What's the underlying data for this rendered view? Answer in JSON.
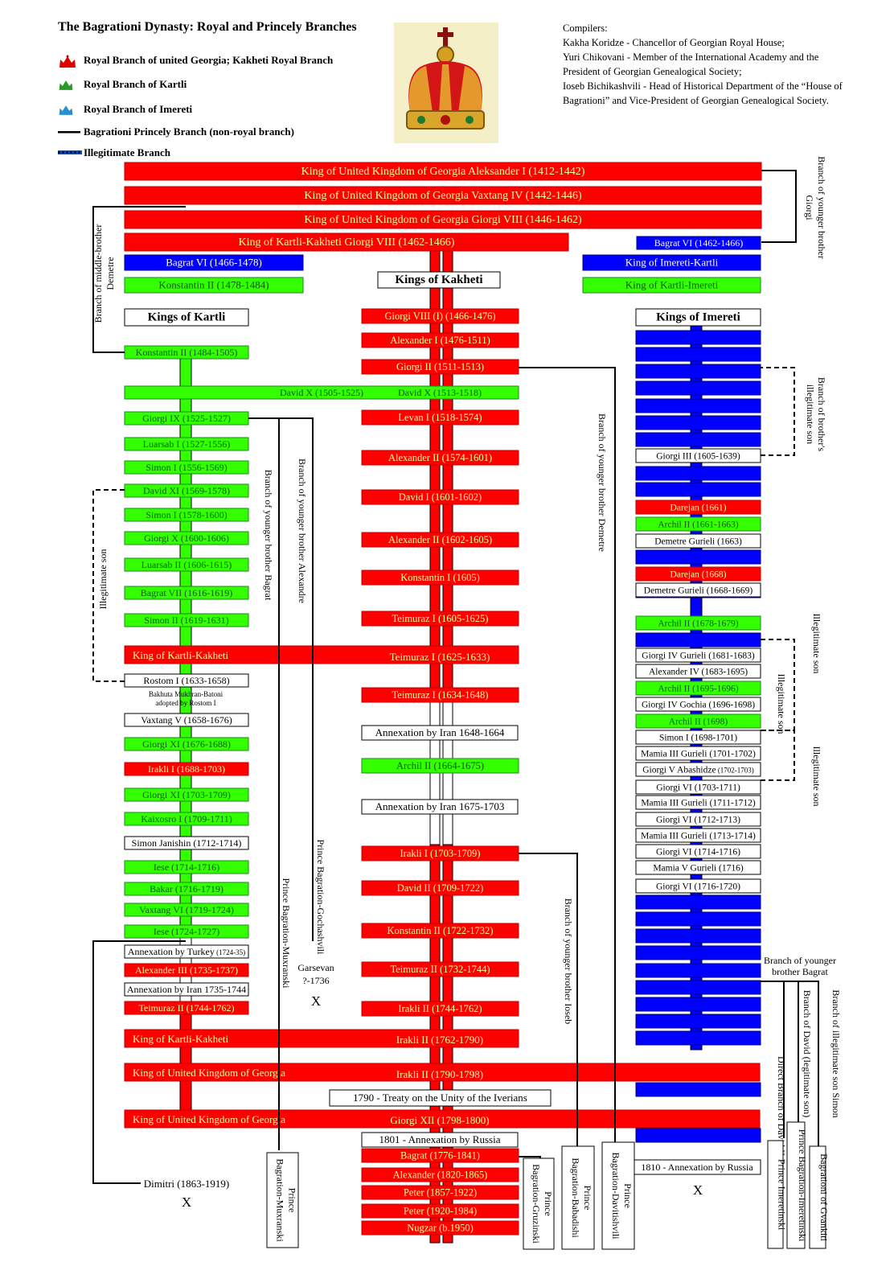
{
  "title": "The Bagrationi Dynasty: Royal and Princely Branches",
  "legend": [
    {
      "icon": "red-crown-icon",
      "color": "#e00000",
      "label": "Royal Branch of united Georgia; Kakheti Royal Branch"
    },
    {
      "icon": "green-crown-icon",
      "color": "#2a9a2a",
      "label": "Royal Branch of Kartli"
    },
    {
      "icon": "blue-crown-icon",
      "color": "#2a8fd0",
      "label": "Royal Branch of Imereti"
    },
    {
      "icon": "black-line-icon",
      "label": "Bagrationi Princely Branch (non-royal branch)"
    },
    {
      "icon": "dotted-line-icon",
      "label": "Illegitimate Branch"
    }
  ],
  "compilers_heading": "Compilers:",
  "compilers": [
    "Kakha Koridze - Chancellor of  Georgian Royal House;",
    "Yuri Chikovani - Member of the International Academy and the President of Georgian Genealogical Society;",
    "Ioseb Bichikashvili - Head of Historical Department of the “House of Bagrationi” and Vice-President of Georgian Genealogical Society."
  ],
  "colors": {
    "red": "#ff0000",
    "green": "#33ff00",
    "blue": "#0000ff",
    "red_text": "#ffff99",
    "green_text": "#0d5a0d",
    "blue_text": "#ffffff"
  },
  "top_kings": [
    "King of United Kingdom of Georgia    Aleksander  I  (1412-1442)",
    "King of United Kingdom of Georgia    Vaxtang  IV  (1442-1446)",
    "King of United Kingdom of Georgia    Giorgi VIII  (1446-1462)",
    "King of Kartli-Kakheti    Giorgi VIII  (1462-1466)"
  ],
  "headers": {
    "kartli": "Kings of Kartli",
    "kakheti": "Kings of Kakheti",
    "imereti": "Kings of Imereti"
  },
  "early": {
    "bagrat_vi_left": "Bagrat VI  (1466-1478)",
    "konstantin_ii": "Konstantin II  (1478-1484)",
    "bagrat_vi_right": "Bagrat VI  (1462-1466)",
    "imereti_kartli": "King of Imereti-Kartli",
    "kartli_imereti": "King of Kartli-Imereti"
  },
  "kartli": [
    {
      "t": "Konstantin II  (1484-1505)",
      "c": "g"
    },
    {
      "t": "David X  (1505-1525)",
      "c": "g"
    },
    {
      "t": "Giorgi IX  (1525-1527)",
      "c": "g"
    },
    {
      "t": "Luarsab I  (1527-1556)",
      "c": "g"
    },
    {
      "t": "Simon I  (1556-1569)",
      "c": "g"
    },
    {
      "t": "David XI  (1569-1578)",
      "c": "g"
    },
    {
      "t": "Simon I  (1578-1600)",
      "c": "g"
    },
    {
      "t": "Giorgi X  (1600-1606)",
      "c": "g"
    },
    {
      "t": "Luarsab II  (1606-1615)",
      "c": "g"
    },
    {
      "t": "Bagrat VII  (1616-1619)",
      "c": "g"
    },
    {
      "t": "Simon II  (1619-1631)",
      "c": "g"
    },
    {
      "t": "Rostom I  (1633-1658)",
      "c": "w"
    },
    {
      "t": "Vaxtang  V  (1658-1676)",
      "c": "w"
    },
    {
      "t": "Giorgi XI  (1676-1688)",
      "c": "g"
    },
    {
      "t": "Irakli I  (1688-1703)",
      "c": "r"
    },
    {
      "t": "Giorgi XI  (1703-1709)",
      "c": "g"
    },
    {
      "t": "Kaixosro I  (1709-1711)",
      "c": "g"
    },
    {
      "t": "Simon Janishin  (1712-1714)",
      "c": "w"
    },
    {
      "t": "Iese  (1714-1716)",
      "c": "g"
    },
    {
      "t": "Bakar  (1716-1719)",
      "c": "g"
    },
    {
      "t": "Vaxtang VI  (1719-1724)",
      "c": "g"
    },
    {
      "t": "Iese  (1724-1727)",
      "c": "g"
    },
    {
      "t": "Annexation by Turkey",
      "small": "(1724-35)",
      "c": "w"
    },
    {
      "t": "Alexander III  (1735-1737)",
      "c": "r"
    },
    {
      "t": "Annexation by Iran  1735-1744",
      "c": "w"
    },
    {
      "t": "Teimuraz II  (1744-1762)",
      "c": "r"
    }
  ],
  "bakhuta_note": "Bakhuta Mukhran-Batoni adopted by Rostom I",
  "kakheti": [
    {
      "t": "Giorgi VIII (I)  (1466-1476)",
      "c": "r"
    },
    {
      "t": "Alexander I  (1476-1511)",
      "c": "r"
    },
    {
      "t": "Giorgi II  (1511-1513)",
      "c": "r"
    },
    {
      "t": "David X  (1513-1518)",
      "c": "g"
    },
    {
      "t": "Levan I  (1518-1574)",
      "c": "r"
    },
    {
      "t": "Alexander II  (1574-1601)",
      "c": "r"
    },
    {
      "t": "David I  (1601-1602)",
      "c": "r"
    },
    {
      "t": "Alexander II  (1602-1605)",
      "c": "r"
    },
    {
      "t": "Konstantin I  (1605)",
      "c": "r"
    },
    {
      "t": "Teimuraz I  (1605-1625)",
      "c": "r"
    },
    {
      "t": "Teimuraz I  (1625-1633)",
      "c": "r"
    },
    {
      "t": "Teimuraz I  (1634-1648)",
      "c": "r"
    },
    {
      "t": "Annexation by Iran   1648-1664",
      "c": "w"
    },
    {
      "t": "Archil II  (1664-1675)",
      "c": "g"
    },
    {
      "t": "Annexation by Iran   1675-1703",
      "c": "w"
    },
    {
      "t": "Irakli I  (1703-1709)",
      "c": "r"
    },
    {
      "t": "David II  (1709-1722)",
      "c": "r"
    },
    {
      "t": "Konstantin II  (1722-1732)",
      "c": "r"
    },
    {
      "t": "Teimuraz II  (1732-1744)",
      "c": "r"
    },
    {
      "t": "Irakli II  (1744-1762)",
      "c": "r"
    },
    {
      "t": "Irakli II  (1762-1790)",
      "c": "r"
    },
    {
      "t": "Irakli II  (1790-1798)",
      "c": "r"
    },
    {
      "t": "1790 - Treaty on the Unity of the Iverians",
      "c": "w"
    },
    {
      "t": "Giorgi XII  (1798-1800)",
      "c": "r"
    },
    {
      "t": "1801 - Annexation by Russia",
      "c": "w"
    },
    {
      "t": "Bagrat  (1776-1841)",
      "c": "r"
    },
    {
      "t": "Alexander  (1820-1865)",
      "c": "r"
    },
    {
      "t": "Peter  (1857-1922)",
      "c": "r"
    },
    {
      "t": "Peter  (1920-1984)",
      "c": "r"
    },
    {
      "t": "Nugzar  (b.1950)",
      "c": "r"
    }
  ],
  "wide_bars": [
    "King of Kartli-Kakheti",
    "King of Kartli-Kakheti",
    "King of United Kingdom of Georgia",
    "King of United Kingdom of Georgia"
  ],
  "imereti": [
    {
      "t": "Giorgi III  (1605-1639)",
      "c": "w"
    },
    {
      "t": "Darejan  (1661)",
      "c": "r"
    },
    {
      "t": "Archil II  (1661-1663)",
      "c": "g"
    },
    {
      "t": "Demetre Gurieli  (1663)",
      "c": "w"
    },
    {
      "t": "Darejan  (1668)",
      "c": "r"
    },
    {
      "t": "Demetre Gurieli  (1668-1669)",
      "c": "w"
    },
    {
      "t": "Archil II  (1678-1679)",
      "c": "g"
    },
    {
      "t": "Giorgi IV Gurieli  (1681-1683)",
      "c": "w"
    },
    {
      "t": "Alexander IV  (1683-1695)",
      "c": "w"
    },
    {
      "t": "Archil II  (1695-1696)",
      "c": "g"
    },
    {
      "t": "Giorgi IV Gochia  (1696-1698)",
      "c": "w"
    },
    {
      "t": "Archil II  (1698)",
      "c": "g"
    },
    {
      "t": "Simon I  (1698-1701)",
      "c": "w"
    },
    {
      "t": "Mamia III Gurieli  (1701-1702)",
      "c": "w"
    },
    {
      "t": "Giorgi V Abashidze",
      "small": "(1702-1703)",
      "c": "w"
    },
    {
      "t": "Giorgi VI  (1703-1711)",
      "c": "w"
    },
    {
      "t": "Mamia III Gurieli  (1711-1712)",
      "c": "w"
    },
    {
      "t": "Giorgi VI  (1712-1713)",
      "c": "w"
    },
    {
      "t": "Mamia III Gurieli  (1713-1714)",
      "c": "w"
    },
    {
      "t": "Giorgi VI  (1714-1716)",
      "c": "w"
    },
    {
      "t": "Mamia V Gurieli  (1716)",
      "c": "w"
    },
    {
      "t": "Giorgi VI  (1716-1720)",
      "c": "w"
    },
    {
      "t": "1810 - Annexation by Russia",
      "c": "w"
    }
  ],
  "vertical_labels": {
    "middle_brother": "Branch of middle-brother Demetre",
    "younger_giorgi": "Branch of younger brother Giorgi",
    "younger_bagrat": "Branch of younger brother Bagrat",
    "younger_alexandre": "Branch of younger brother Alexandre",
    "younger_demetre": "Branch of younger brother Demetre",
    "younger_iosеb": "Branch of younger brother Ioseb",
    "illegitimate_son_left": "Illegitimate son",
    "brothers_illegitimate": "Branch of brother's illegitimate son",
    "illegitimate_1": "Illegitimate son",
    "illegitimate_2": "Illegitimate son",
    "illegitimate_3": "Illegitimate son",
    "david_legitimate": "Branch of David (legitimate son)",
    "illegitimate_simon": "Branch of illegitimate son Simon",
    "direct_david": "Direct Branch of David II",
    "gochashvili": "Prince Bagration-Gochashvili",
    "muxranski_line": "Prince Bagration-Muxranski"
  },
  "younger_bagrat_h": "Branch of younger brother Bagrat",
  "garsevan": "Garsevan ?-1736",
  "dimitri": "Dimitri  (1863-1919)",
  "extinct_mark": "X",
  "princes": [
    "Prince Bagration-Muxranski",
    "Prince Bagration-Gruzinski",
    "Prince Bagration-Babadishi",
    "Prince Bagration-Davitishvili",
    "Prince Imeretinski",
    "Prince Bagration-Imeretinski",
    "Bagrationi of Gvankiti"
  ]
}
